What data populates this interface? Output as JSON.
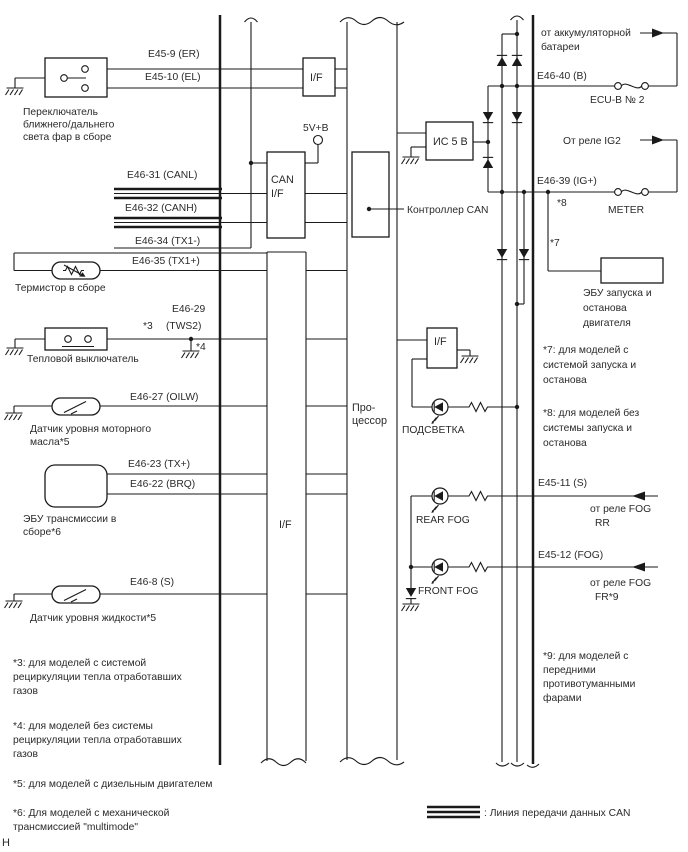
{
  "labels": {
    "e45_9": "E45-9 (ER)",
    "e45_10": "E45-10 (EL)",
    "headlight_switch_1": "Переключатель",
    "headlight_switch_2": "ближнего/дальнего",
    "headlight_switch_3": "света фар в сборе",
    "e46_31": "E46-31 (CANL)",
    "e46_32": "E46-32 (CANH)",
    "e46_34": "E46-34 (TX1-)",
    "e46_35": "E46-35 (TX1+)",
    "thermistor": "Термистор в сборе",
    "e46_29a": "E46-29",
    "e46_29b": "(TWS2)",
    "star3": "*3",
    "star4": "*4",
    "thermal_switch": "Тепловой выключатель",
    "e46_27": "E46-27 (OILW)",
    "oil_sensor_1": "Датчик уровня моторного",
    "oil_sensor_2": "масла*5",
    "e46_23": "E46-23 (TX+)",
    "e46_22": "E46-22 (BRQ)",
    "trans_ecu_1": "ЭБУ трансмиссии в",
    "trans_ecu_2": "сборе*6",
    "e46_8": "E46-8 (S)",
    "fluid_sensor": "Датчик уровня жидкости*5",
    "if_top": "I/F",
    "can_if_1": "CAN",
    "can_if_2": "I/F",
    "v5b": "5V+B",
    "if_tall": "I/F",
    "processor_1": "Про-",
    "processor_2": "цессор",
    "can_controller": "Контроллер CAN",
    "ic5v": "ИС 5 В",
    "if_right": "I/F",
    "backlight": "ПОДСВЕТКА",
    "rear_fog": "REAR FOG",
    "front_fog": "FRONT FOG",
    "from_battery_1": "от аккумуляторной",
    "from_battery_2": "батареи",
    "e46_40": "E46-40 (B)",
    "ecu_b_2": "ECU-B № 2",
    "from_ig2": "От реле IG2",
    "e46_39": "E46-39 (IG+)",
    "star8": "*8",
    "meter": "METER",
    "star7": "*7",
    "start_stop_ecu_1": "ЭБУ запуска и",
    "start_stop_ecu_2": "останова",
    "start_stop_ecu_3": "двигателя",
    "note7_1": "*7: для моделей с",
    "note7_2": "системой запуска и",
    "note7_3": "останова",
    "note8_1": "*8: для моделей без",
    "note8_2": "системы запуска и",
    "note8_3": "останова",
    "e45_11": "E45-11 (S)",
    "from_fog_rr_1": "от реле FOG",
    "from_fog_rr_2": "RR",
    "e45_12": "E45-12 (FOG)",
    "from_fog_fr_1": "от реле FOG",
    "from_fog_fr_2": "FR*9",
    "note9_1": "*9: для моделей с",
    "note9_2": "передними",
    "note9_3": "противотуманными",
    "note9_4": "фарами",
    "note3_1": "*3: для моделей с системой",
    "note3_2": "рециркуляции тепла отработавших",
    "note3_3": "газов",
    "note4_1": "*4: для моделей без системы",
    "note4_2": "рециркуляции тепла отработавших",
    "note4_3": "газов",
    "note5": "*5: для моделей с дизельным двигателем",
    "note6_1": "*6: Для моделей с механической",
    "note6_2": "трансмиссией \"multimode\"",
    "legend": ": Линия передачи данных CAN",
    "page_marker": "H"
  },
  "colors": {
    "line": "#1a1a1a",
    "text": "#2a2a2a",
    "background": "#ffffff"
  }
}
